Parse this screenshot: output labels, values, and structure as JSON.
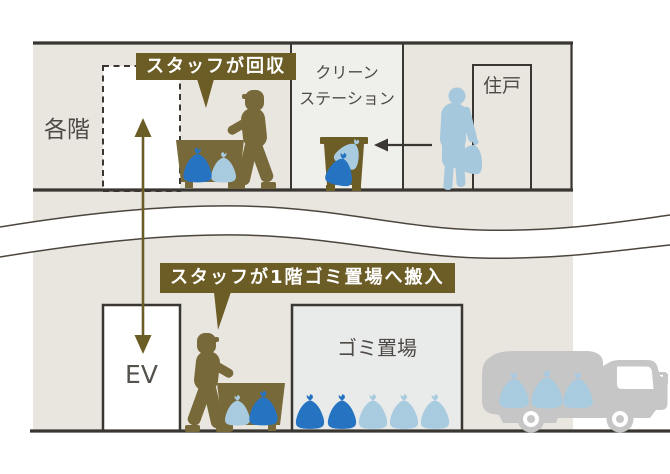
{
  "colors": {
    "building_beige": "#e9e6df",
    "station_gray": "#efefec",
    "storage_gray": "#e9eaea",
    "line_dark": "#3a3733",
    "olive": "#6c5d26",
    "figure_olive": "#78693a",
    "blue_dark": "#2673c2",
    "blue_light": "#a8cbe0",
    "resident_blue": "#a5c8dd",
    "truck_gray": "#c6c6c6",
    "text_gray": "#4d4a46"
  },
  "upper_floor": {
    "floor_label": "各階",
    "callout": "スタッフが回収",
    "clean_station_line1": "クリーン",
    "clean_station_line2": "ステーション",
    "residence_label": "住戸"
  },
  "lower_floor": {
    "callout": "スタッフが1階ゴミ置場へ搬入",
    "elevator_label": "EV",
    "storage_label": "ゴミ置場"
  }
}
